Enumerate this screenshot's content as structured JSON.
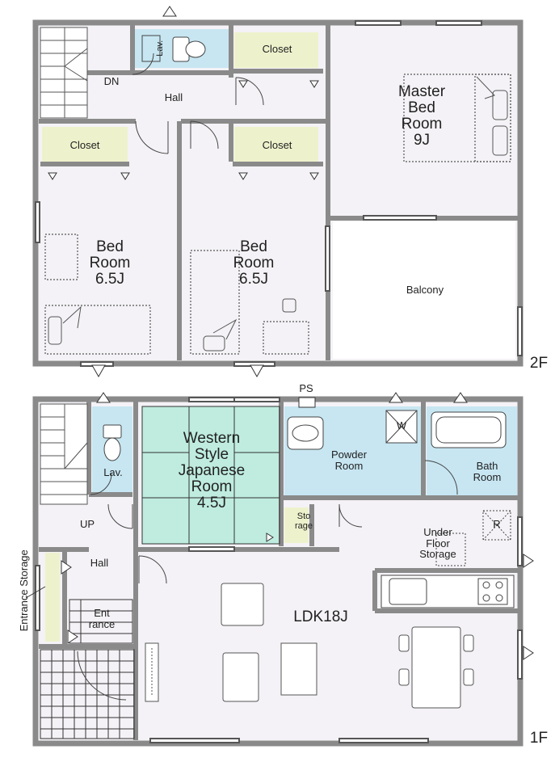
{
  "floor_2f": {
    "label": "2F",
    "lav": "Lav.",
    "dn": "DN",
    "hall": "Hall",
    "closet_top": "Closet",
    "closet_left": "Closet",
    "closet_mid": "Closet",
    "master": "Master\nBed\nRoom\n9J",
    "bed_left": "Bed\nRoom\n6.5J",
    "bed_right": "Bed\nRoom\n6.5J",
    "balcony": "Balcony"
  },
  "floor_1f": {
    "label": "1F",
    "ps": "PS",
    "lav": "Lav.",
    "western": "Western\nStyle\nJapanese\nRoom\n4.5J",
    "storage": "Sto\nrage",
    "powder": "Powder\nRoom",
    "w": "W",
    "bath": "Bath\nRoom",
    "r": "R",
    "under_floor": "Under\nFloor\nStorage",
    "up": "UP",
    "hall": "Hall",
    "entrance": "Ent\nrance",
    "entrance_storage": "Entrance Storage",
    "ldk": "LDK18J"
  },
  "colors": {
    "wall": "#8a8a8a",
    "wet_area": "#c7e6f2",
    "tatami": "#bfecdf",
    "closet": "#eef2cc",
    "floor_fill": "#f4f2f6",
    "line": "#444444"
  }
}
